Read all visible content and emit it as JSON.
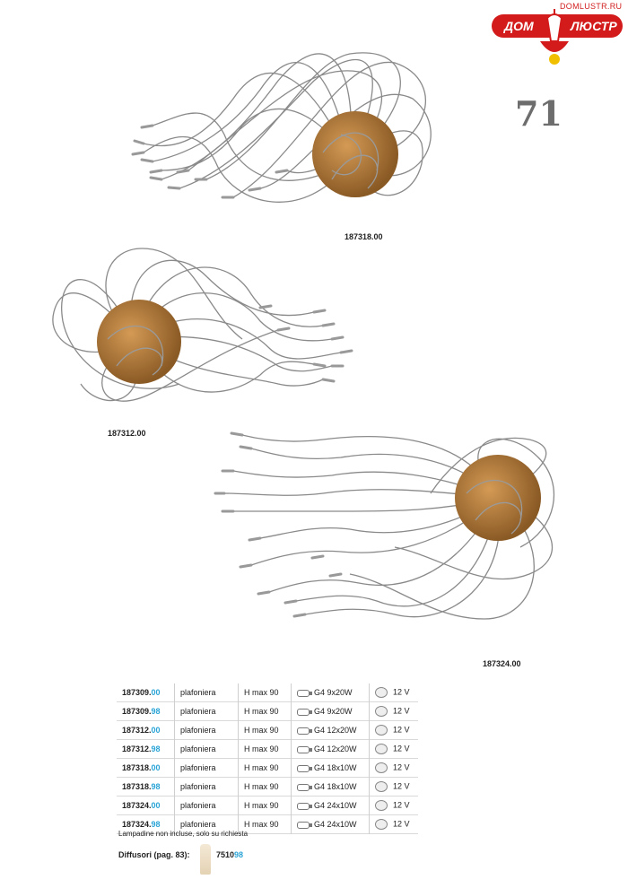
{
  "logo": {
    "url": "DOMLUSTR.RU",
    "word1": "ДОМ",
    "word2": "ЛЮСТР"
  },
  "page_number": "71",
  "products": [
    {
      "code": "187318.00"
    },
    {
      "code": "187312.00"
    },
    {
      "code": "187324.00"
    }
  ],
  "spec_table": {
    "rows": [
      {
        "code_main": "187309.",
        "code_suffix": "00",
        "type": "plafoniera",
        "height": "H max 90",
        "bulb": "G4 9x20W",
        "voltage": "12 V"
      },
      {
        "code_main": "187309.",
        "code_suffix": "98",
        "type": "plafoniera",
        "height": "H max 90",
        "bulb": "G4 9x20W",
        "voltage": "12 V"
      },
      {
        "code_main": "187312.",
        "code_suffix": "00",
        "type": "plafoniera",
        "height": "H max 90",
        "bulb": "G4 12x20W",
        "voltage": "12 V"
      },
      {
        "code_main": "187312.",
        "code_suffix": "98",
        "type": "plafoniera",
        "height": "H max 90",
        "bulb": "G4 12x20W",
        "voltage": "12 V"
      },
      {
        "code_main": "187318.",
        "code_suffix": "00",
        "type": "plafoniera",
        "height": "H max 90",
        "bulb": "G4 18x10W",
        "voltage": "12 V"
      },
      {
        "code_main": "187318.",
        "code_suffix": "98",
        "type": "plafoniera",
        "height": "H max 90",
        "bulb": "G4 18x10W",
        "voltage": "12 V"
      },
      {
        "code_main": "187324.",
        "code_suffix": "00",
        "type": "plafoniera",
        "height": "H max 90",
        "bulb": "G4 24x10W",
        "voltage": "12 V"
      },
      {
        "code_main": "187324.",
        "code_suffix": "98",
        "type": "plafoniera",
        "height": "H max 90",
        "bulb": "G4 24x10W",
        "voltage": "12 V"
      }
    ]
  },
  "note": "Lampadine non incluse, solo su richiesta",
  "diffusori": {
    "label": "Diffusori (pag. 83):",
    "code_main": "7510",
    "code_suffix": "98"
  },
  "colors": {
    "accent": "#2aa4d6",
    "brand_red": "#d31b1b",
    "wood": "#b07a3a",
    "wire": "#8a8a8a"
  }
}
